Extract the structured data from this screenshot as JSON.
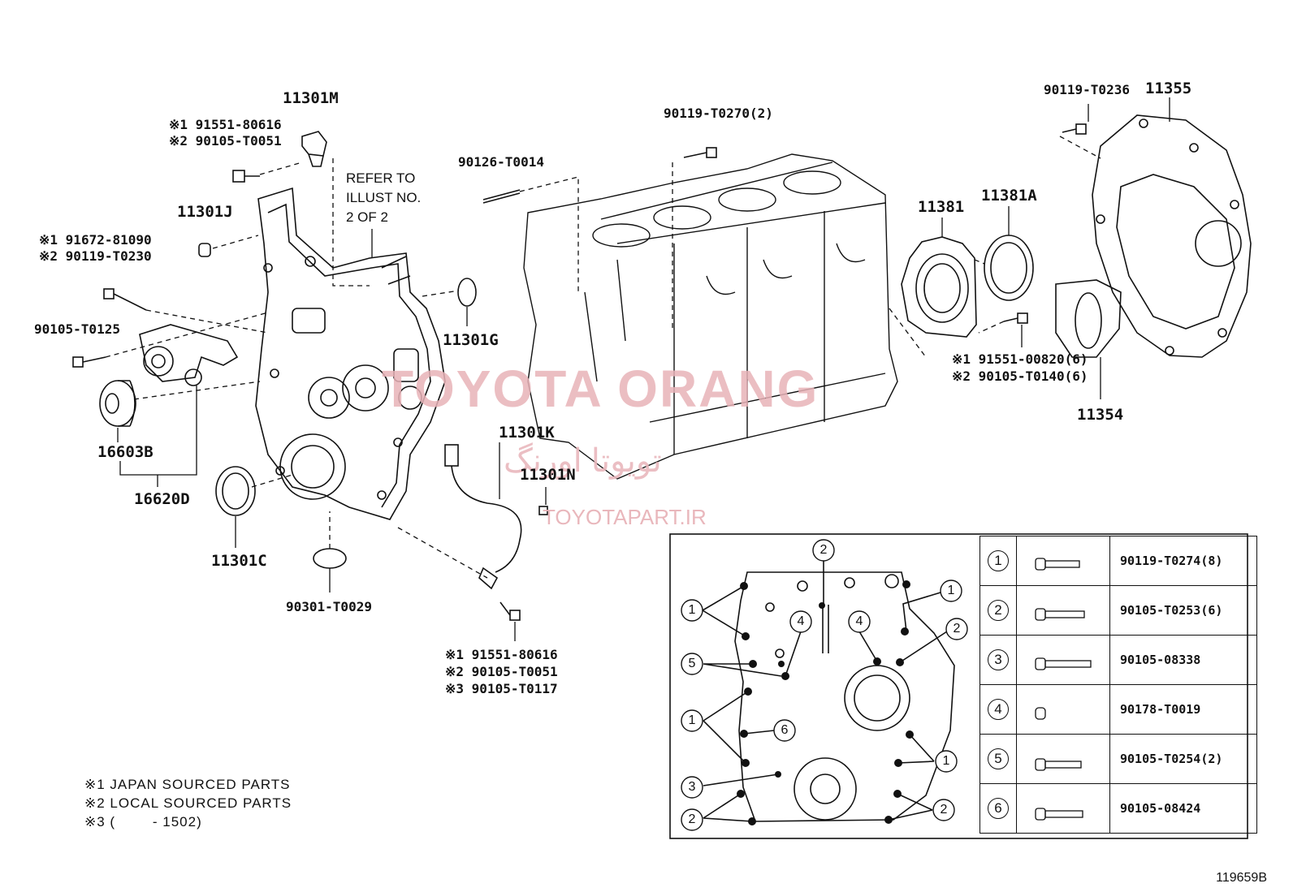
{
  "labels": {
    "p11301M": "11301M",
    "p11301M_note1": "※1 91551-80616",
    "p11301M_note2": "※2 90105-T0051",
    "refer_to": "REFER TO",
    "illust_no": "ILLUST NO.",
    "two_of_two": "2 OF 2",
    "p11301J": "11301J",
    "p91672_1": "※1 91672-81090",
    "p90119_T0230": "※2 90119-T0230",
    "p90105_T0125": "90105-T0125",
    "p16603B": "16603B",
    "p16620D": "16620D",
    "p11301C": "11301C",
    "p90301_T0029": "90301-T0029",
    "p11301G": "11301G",
    "p90126_T0014": "90126-T0014",
    "p90119_T0270": "90119-T0270(2)",
    "p11301K": "11301K",
    "p11301N": "11301N",
    "sensor_note1": "※1 91551-80616",
    "sensor_note2": "※2 90105-T0051",
    "sensor_note3": "※3 90105-T0117",
    "p11381": "11381",
    "p11381A": "11381A",
    "p90119_T0236": "90119-T0236",
    "p11355": "11355",
    "p91551_00820": "※1 91551-00820(6)",
    "p90105_T0140": "※2 90105-T0140(6)",
    "p11354": "11354"
  },
  "watermark": {
    "main": "TOYOTA ORANG",
    "persian": "تویوتا اورنگ",
    "url": "TOYOTAPART.IR"
  },
  "notes": [
    "※1 JAPAN SOURCED PARTS",
    "※2 LOCAL SOURCED PARTS",
    "※3 (        - 1502)"
  ],
  "inset_callouts": [
    "1",
    "2",
    "1",
    "2",
    "4",
    "4",
    "5",
    "1",
    "6",
    "1",
    "3",
    "2",
    "2"
  ],
  "bolt_legend": [
    {
      "num": "1",
      "part": "90119-T0274(8)"
    },
    {
      "num": "2",
      "part": "90105-T0253(6)"
    },
    {
      "num": "3",
      "part": "90105-08338"
    },
    {
      "num": "4",
      "part": "90178-T0019"
    },
    {
      "num": "5",
      "part": "90105-T0254(2)"
    },
    {
      "num": "6",
      "part": "90105-08424"
    }
  ],
  "figure_number": "119659B"
}
